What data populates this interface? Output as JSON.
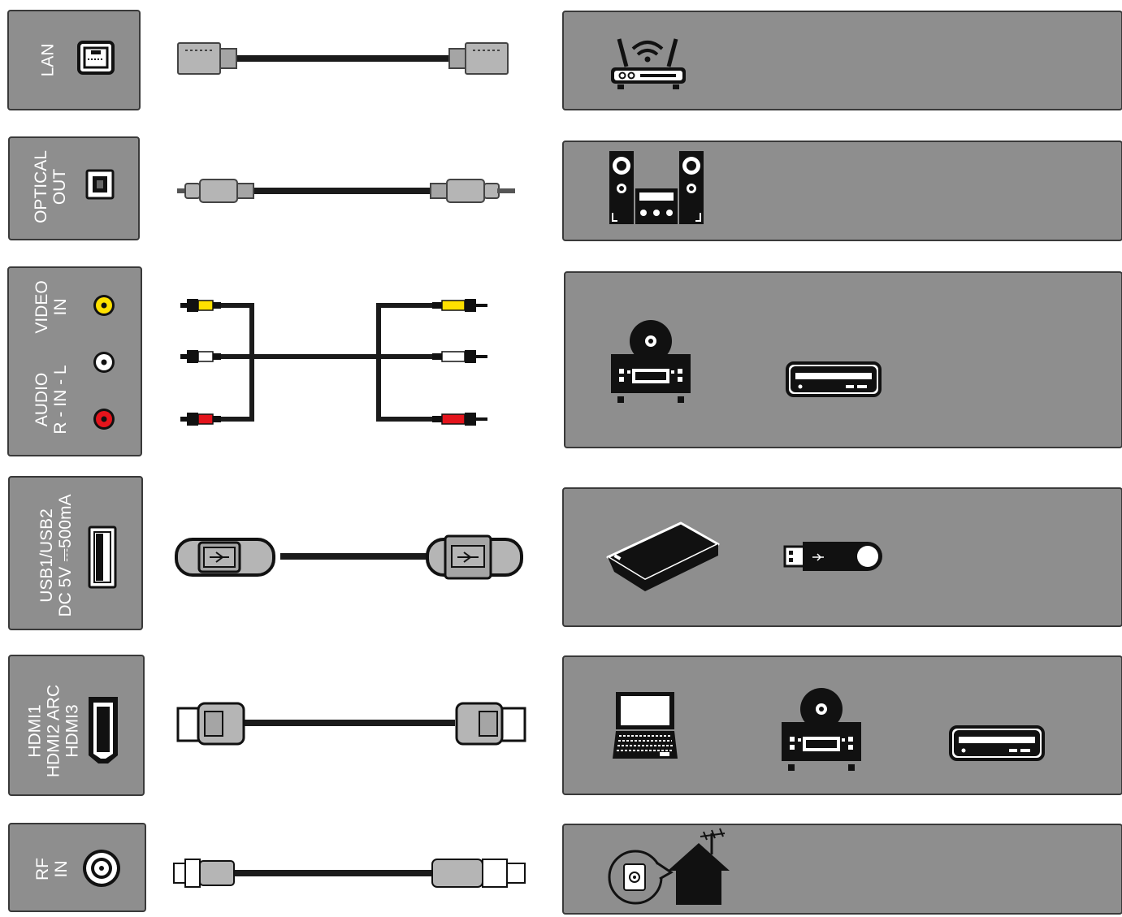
{
  "colors": {
    "panel_fill": "#8e8e8e",
    "panel_border": "#3a3a3a",
    "cable": "#1b1b1b",
    "plug_grey": "#a9a9a9",
    "rca_yellow": "#ffe100",
    "rca_white": "#ffffff",
    "rca_red": "#e4141c"
  },
  "ports": [
    {
      "id": "lan",
      "lines": [
        "LAN"
      ],
      "port_icon": "ethernet-port-icon",
      "cable": "ethernet-cable",
      "devices": [
        "wifi-router-icon"
      ]
    },
    {
      "id": "optical",
      "lines": [
        "OPTICAL",
        "OUT"
      ],
      "port_icon": "optical-port-icon",
      "cable": "optical-cable",
      "devices": [
        "hifi-speaker-system-icon"
      ]
    },
    {
      "id": "av",
      "lines_video": [
        "VIDEO",
        "IN"
      ],
      "lines_audio": [
        "AUDIO",
        "R - IN - L"
      ],
      "port_icon": "rca-jacks-icon",
      "cable": "rca-av-cable",
      "devices": [
        "av-receiver-icon",
        "dvd-player-icon"
      ]
    },
    {
      "id": "usb",
      "lines": [
        "USB1/USB2",
        "DC 5V ⎓500mA"
      ],
      "port_icon": "usb-port-icon",
      "cable": "usb-cable",
      "devices": [
        "external-hard-drive-icon",
        "usb-flash-drive-icon"
      ]
    },
    {
      "id": "hdmi",
      "lines": [
        "HDMI1",
        "HDMI2 ARC",
        "HDMI3"
      ],
      "port_icon": "hdmi-port-icon",
      "cable": "hdmi-cable",
      "devices": [
        "laptop-icon",
        "av-receiver-icon",
        "dvd-player-icon"
      ]
    },
    {
      "id": "rf",
      "lines": [
        "RF",
        "IN"
      ],
      "port_icon": "coax-port-icon",
      "cable": "coax-cable",
      "devices": [
        "antenna-house-icon"
      ]
    }
  ]
}
